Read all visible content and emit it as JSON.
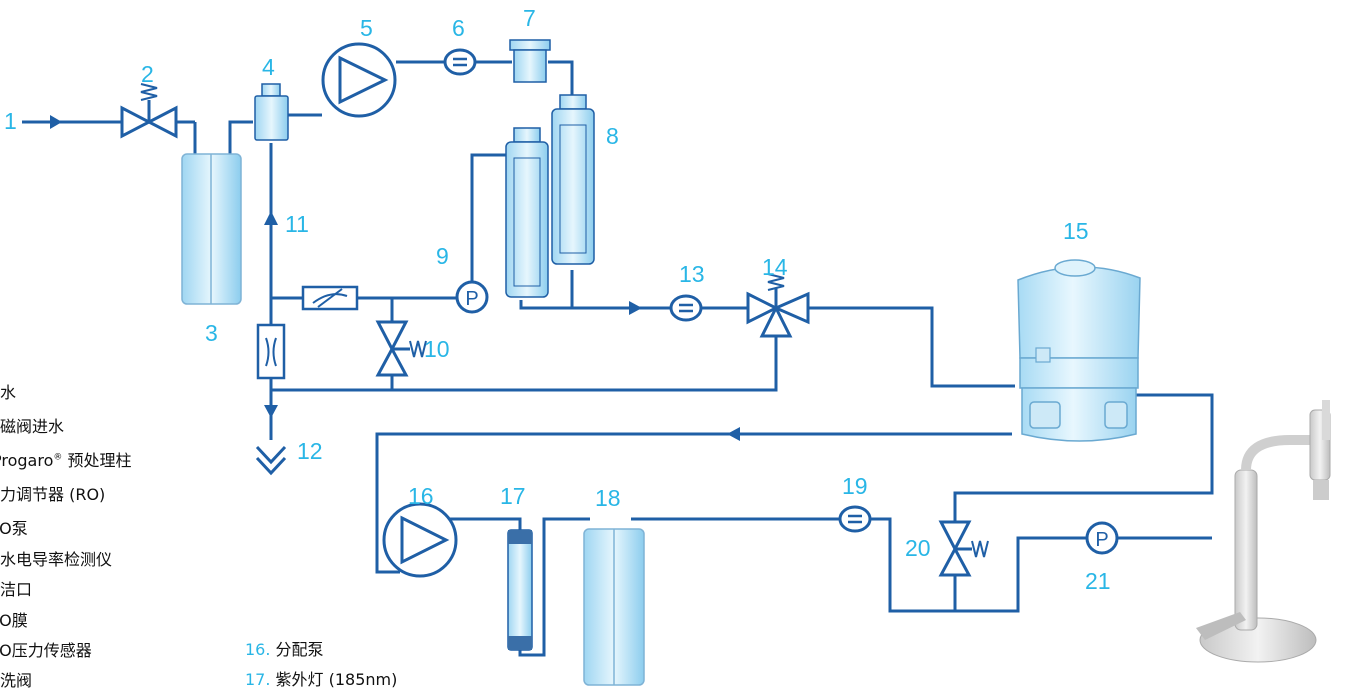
{
  "labels": {
    "n1": "1",
    "n2": "2",
    "n3": "3",
    "n4": "4",
    "n5": "5",
    "n6": "6",
    "n7": "7",
    "n8": "8",
    "n9": "9",
    "n10": "10",
    "n11": "11",
    "n12": "12",
    "n13": "13",
    "n14": "14",
    "n15": "15",
    "n16": "16",
    "n17": "17",
    "n18": "18",
    "n19": "19",
    "n20": "20",
    "n21": "21"
  },
  "legend_left": [
    {
      "text": "进水"
    },
    {
      "text": "电磁阀进水"
    },
    {
      "text": "Progaro",
      "sup": "®",
      "rest": " 预处理柱"
    },
    {
      "text": "压力调节器 (RO)"
    },
    {
      "text": "RO泵"
    },
    {
      "text": "进水电导率检测仪"
    },
    {
      "text": "清洁口"
    },
    {
      "text": "RO膜"
    },
    {
      "text": "RO压力传感器"
    },
    {
      "text": "冲洗阀"
    }
  ],
  "legend_right": [
    {
      "num": "16.",
      "text": "分配泵"
    },
    {
      "num": "17.",
      "text": "紫外灯 (185nm)"
    }
  ],
  "pressure_symbol": "P",
  "colors": {
    "line": "#1f5fa6",
    "label": "#29b6e6",
    "tank": "#bfe6f8"
  }
}
